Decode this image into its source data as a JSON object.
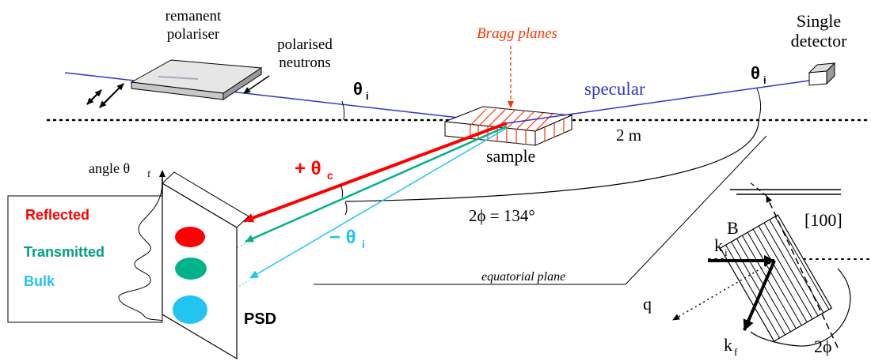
{
  "labels": {
    "remanent": "remanent",
    "polariser": "polariser",
    "polarised": "polarised",
    "neutrons": "neutrons",
    "bragg_planes": "Bragg planes",
    "single": "Single",
    "detector": "detector",
    "theta_i_top": "θ",
    "theta_i_top_sub": "i",
    "theta_i_right": "θ",
    "theta_i_right_sub": "i",
    "specular": "specular",
    "two_m": "2 m",
    "sample": "sample",
    "angle": "angle θ",
    "angle_sub": "f",
    "plus_theta_c": "+ θ",
    "plus_theta_c_sub": "c",
    "minus_theta_i": "− θ",
    "minus_theta_i_sub": "i",
    "two_phi": "2ϕ = 134°",
    "reflected": "Reflected",
    "transmitted": "Transmitted",
    "bulk": "Bulk",
    "psd": "PSD",
    "equatorial_plane": "equatorial plane",
    "b": "B",
    "hundred": "[100]",
    "ki": "k",
    "ki_sub": "i",
    "kf": "k",
    "kf_sub": "f",
    "q": "q",
    "two_phi_inset": "2ϕ"
  },
  "colors": {
    "beam_blue": "#3333cc",
    "reflected_red": "#ff0000",
    "transmitted_green": "#00b38a",
    "bulk_cyan": "#22c4f0",
    "bragg_orange": "#ff3300"
  }
}
